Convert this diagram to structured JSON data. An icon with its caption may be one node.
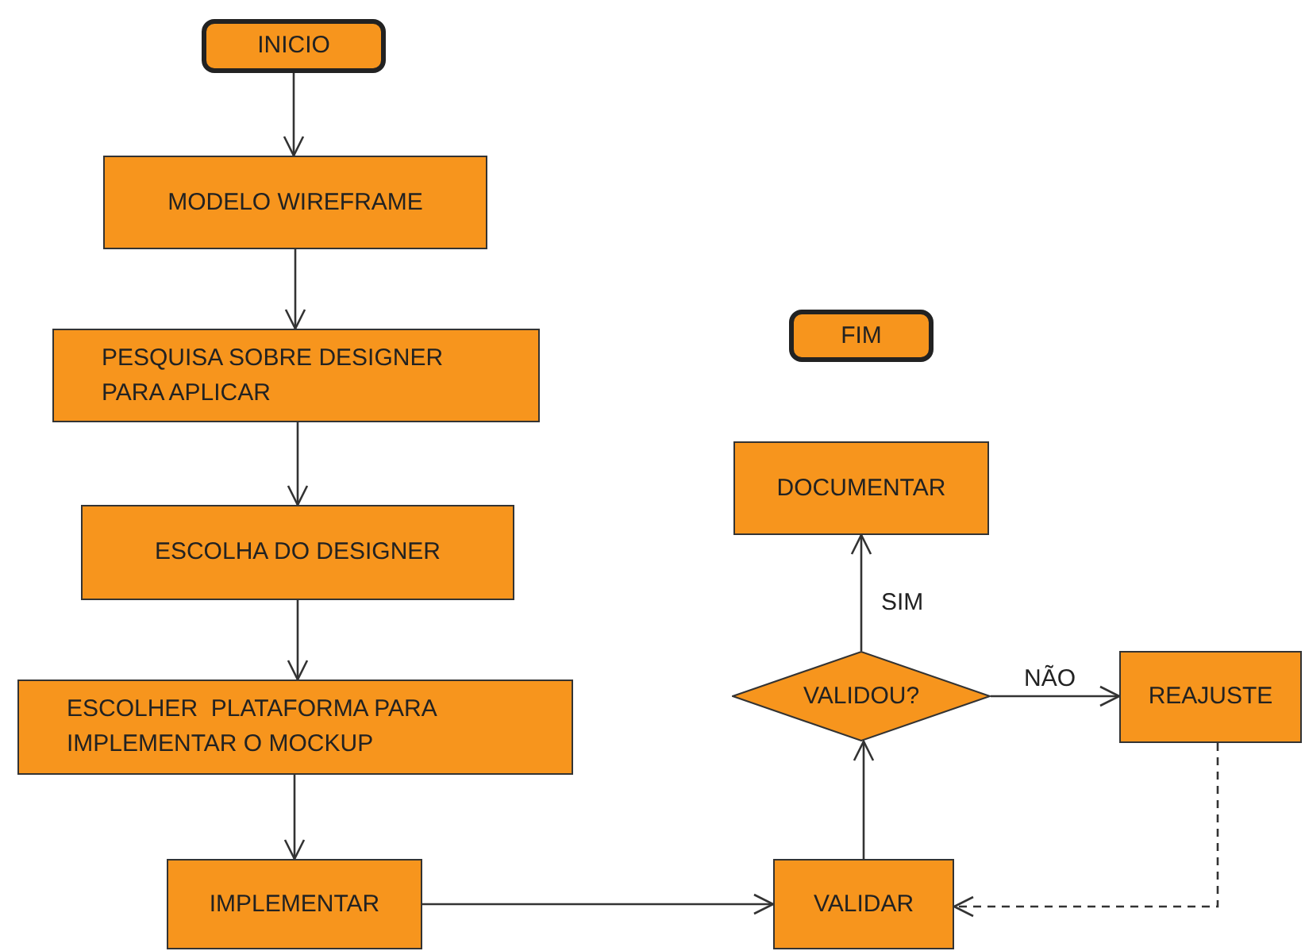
{
  "diagram": {
    "nodes": [
      {
        "text": [
          "INICIO"
        ]
      },
      {
        "text": [
          "MODELO WIREFRAME"
        ]
      },
      {
        "text": [
          "PESQUISA SOBRE DESIGNER PARA APLICAR"
        ]
      },
      {
        "text": [
          "ESCOLHA DO DESIGNER"
        ]
      },
      {
        "text": [
          "ESCOLHER  PLATAFORMA PARA IMPLEMENTAR O MOCKUP"
        ]
      },
      {
        "text": [
          "IMPLEMENTAR"
        ]
      },
      {
        "text": [
          "FIM"
        ]
      },
      {
        "text": [
          "DOCUMENTAR"
        ]
      },
      {
        "text": [
          "VALIDOU?"
        ]
      },
      {
        "text": [
          "REAJUSTE"
        ]
      },
      {
        "text": [
          "VALIDAR"
        ]
      }
    ],
    "edges": [
      {
        "from": 0,
        "to": 1,
        "arrow": "to"
      },
      {
        "from": 1,
        "to": 2,
        "arrow": "to"
      },
      {
        "from": 2,
        "to": 3,
        "arrow": "to"
      },
      {
        "from": 3,
        "to": 4,
        "arrow": "to"
      },
      {
        "from": 4,
        "to": 5,
        "arrow": "to"
      },
      {
        "from": 5,
        "to": 10,
        "arrow": "to"
      },
      {
        "from": 10,
        "to": 8,
        "arrow": "to"
      },
      {
        "from": 8,
        "to": 7,
        "label": "SIM",
        "arrow": "to"
      },
      {
        "from": 8,
        "to": 9,
        "label": "NÃO",
        "arrow": "to"
      },
      {
        "from": 9,
        "to": 10,
        "arrow": "to",
        "style": "dashed"
      }
    ]
  }
}
